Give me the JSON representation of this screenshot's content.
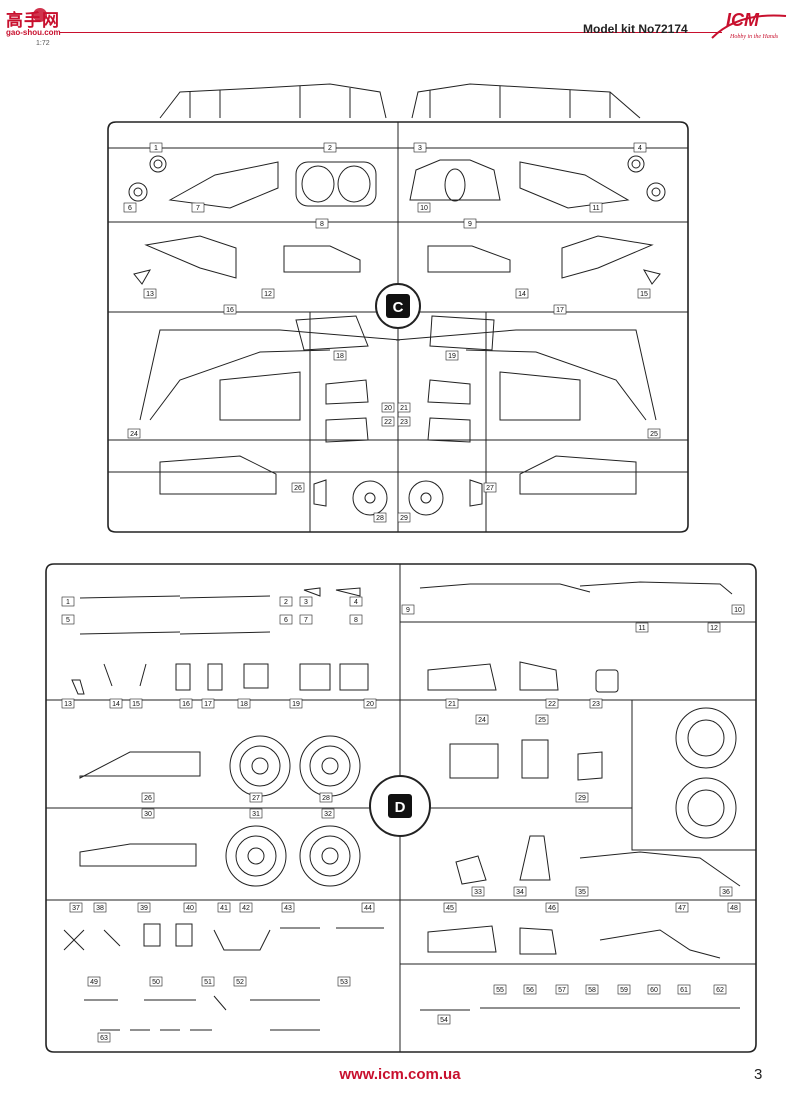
{
  "watermark": {
    "top": "高手网",
    "bottom": "gao-shou.com",
    "scale": "1:72"
  },
  "header": {
    "kit_title": "Model kit No72174",
    "logo": "ICM",
    "logo_tagline": "Hobby in the Hands"
  },
  "sprue_c": {
    "letter": "C",
    "labels": [
      "1",
      "2",
      "3",
      "4",
      "6",
      "7",
      "8",
      "9",
      "10",
      "11",
      "12",
      "13",
      "14",
      "15",
      "16",
      "17",
      "18",
      "19",
      "20",
      "21",
      "22",
      "23",
      "24",
      "25",
      "26",
      "27",
      "28",
      "29"
    ]
  },
  "sprue_d": {
    "letter": "D",
    "labels": [
      "1",
      "2",
      "3",
      "4",
      "5",
      "6",
      "7",
      "8",
      "9",
      "10",
      "11",
      "12",
      "13",
      "14",
      "15",
      "16",
      "17",
      "18",
      "19",
      "20",
      "21",
      "22",
      "23",
      "24",
      "25",
      "26",
      "27",
      "28",
      "29",
      "30",
      "31",
      "32",
      "33",
      "34",
      "35",
      "36",
      "37",
      "38",
      "39",
      "40",
      "41",
      "42",
      "43",
      "44",
      "45",
      "46",
      "47",
      "48",
      "49",
      "50",
      "51",
      "52",
      "53",
      "54",
      "55",
      "56",
      "57",
      "58",
      "59",
      "60",
      "61",
      "62",
      "63"
    ]
  },
  "footer": {
    "url": "www.icm.com.ua",
    "page_number": "3"
  }
}
